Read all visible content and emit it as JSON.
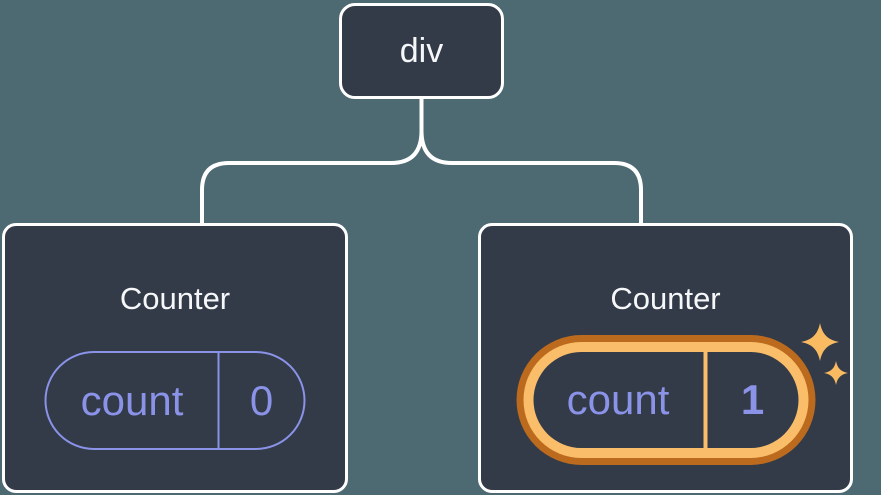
{
  "tree": {
    "root_label": "div",
    "children": [
      {
        "title": "Counter",
        "state_key": "count",
        "state_value": "0",
        "highlighted": false
      },
      {
        "title": "Counter",
        "state_key": "count",
        "state_value": "1",
        "highlighted": true
      }
    ]
  },
  "icons": {
    "highlight_badge": "sparkles-icon"
  },
  "colors": {
    "background": "#4d6971",
    "node_bg": "#333a48",
    "node_border": "#ffffff",
    "connector": "#ffffff",
    "text_primary": "#f6f7f9",
    "state_accent_purple": "#8a93e8",
    "highlight_ring_outer": "#bc6a1d",
    "highlight_ring_inner": "#fabd69",
    "sparkle": "#f8bb62"
  }
}
